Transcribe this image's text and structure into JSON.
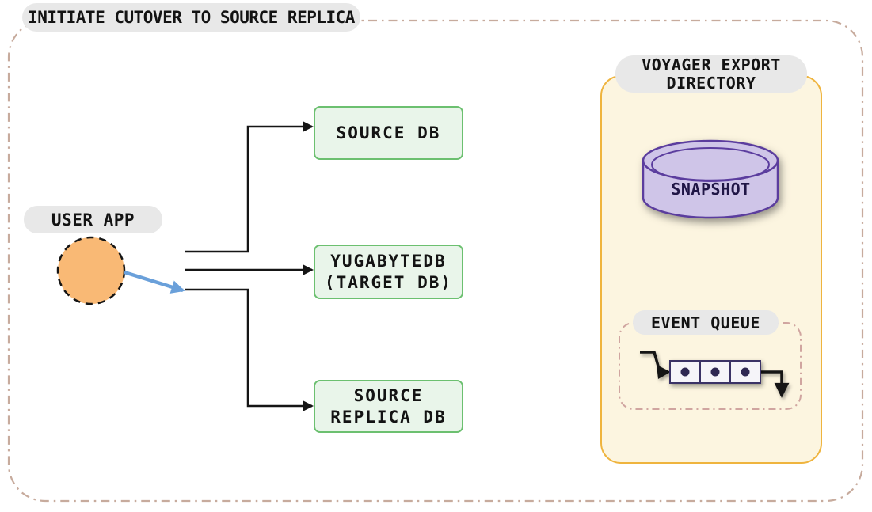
{
  "title": "INITIATE CUTOVER TO SOURCE REPLICA",
  "user_app": {
    "label": "USER APP"
  },
  "databases": {
    "source_db": {
      "label": "SOURCE DB"
    },
    "target_db": {
      "label": "YUGABYTEDB\n(TARGET DB)"
    },
    "source_replica_db": {
      "label": "SOURCE\nREPLICA DB"
    }
  },
  "export_directory": {
    "label": "VOYAGER EXPORT\nDIRECTORY",
    "snapshot": {
      "label": "SNAPSHOT"
    },
    "event_queue": {
      "label": "EVENT QUEUE",
      "cell_count": 3
    }
  },
  "edges": [
    {
      "from": "user-app",
      "to": "source-db",
      "style": "black-arrow"
    },
    {
      "from": "user-app",
      "to": "yugabytedb-target-db",
      "style": "black-arrow"
    },
    {
      "from": "user-app",
      "to": "source-replica-db",
      "style": "black-arrow"
    },
    {
      "from": "user-app",
      "to": "source-replica-db-path",
      "style": "blue-cutover-arrow"
    },
    {
      "from": "event-queue-in",
      "to": "event-queue-cells",
      "style": "black-arrow"
    },
    {
      "from": "event-queue-cells",
      "to": "event-queue-out",
      "style": "black-arrow"
    }
  ],
  "colors": {
    "frame_border": "#c7ab9d",
    "label_pill_bg": "#e8e8e8",
    "db_node_bg": "#e9f5ea",
    "db_node_border": "#6cc070",
    "user_app_fill": "#f9b975",
    "flow_arrow": "#151515",
    "cutover_arrow": "#6aa0da",
    "export_dir_bg": "#fcf5e0",
    "export_dir_border": "#efb43e",
    "snapshot_fill": "#cfc5e8",
    "snapshot_border": "#5b3d9e",
    "event_queue_border": "#d0a5a0",
    "queue_cell_bg": "#f5f4f9",
    "queue_cell_border": "#3a3266"
  }
}
